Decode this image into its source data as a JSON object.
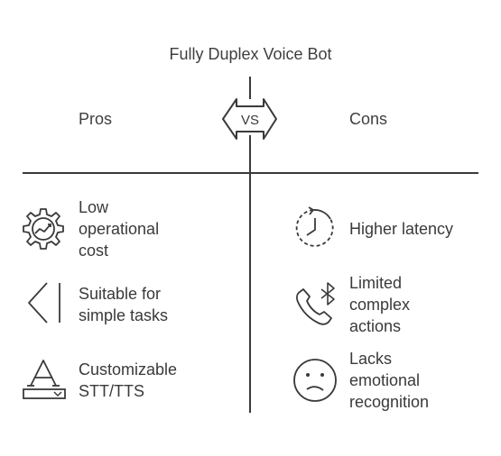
{
  "title": "Fully Duplex Voice Bot",
  "vs_label": "VS",
  "pros": {
    "heading": "Pros",
    "items": [
      {
        "label": [
          "Low",
          "operational",
          "cost"
        ],
        "icon": "gear-chart-icon"
      },
      {
        "label": [
          "Suitable for",
          "simple tasks"
        ],
        "icon": "chevron-left-bar-icon"
      },
      {
        "label": [
          "Customizable",
          "STT/TTS"
        ],
        "icon": "font-dropdown-icon"
      }
    ]
  },
  "cons": {
    "heading": "Cons",
    "items": [
      {
        "label": [
          "Higher latency"
        ],
        "icon": "clock-refresh-icon"
      },
      {
        "label": [
          "Limited",
          "complex",
          "actions"
        ],
        "icon": "phone-bluetooth-icon"
      },
      {
        "label": [
          "Lacks",
          "emotional",
          "recognition"
        ],
        "icon": "sad-face-icon"
      }
    ]
  },
  "colors": {
    "line": "#3a3a3a",
    "text": "#3a3a3a"
  }
}
